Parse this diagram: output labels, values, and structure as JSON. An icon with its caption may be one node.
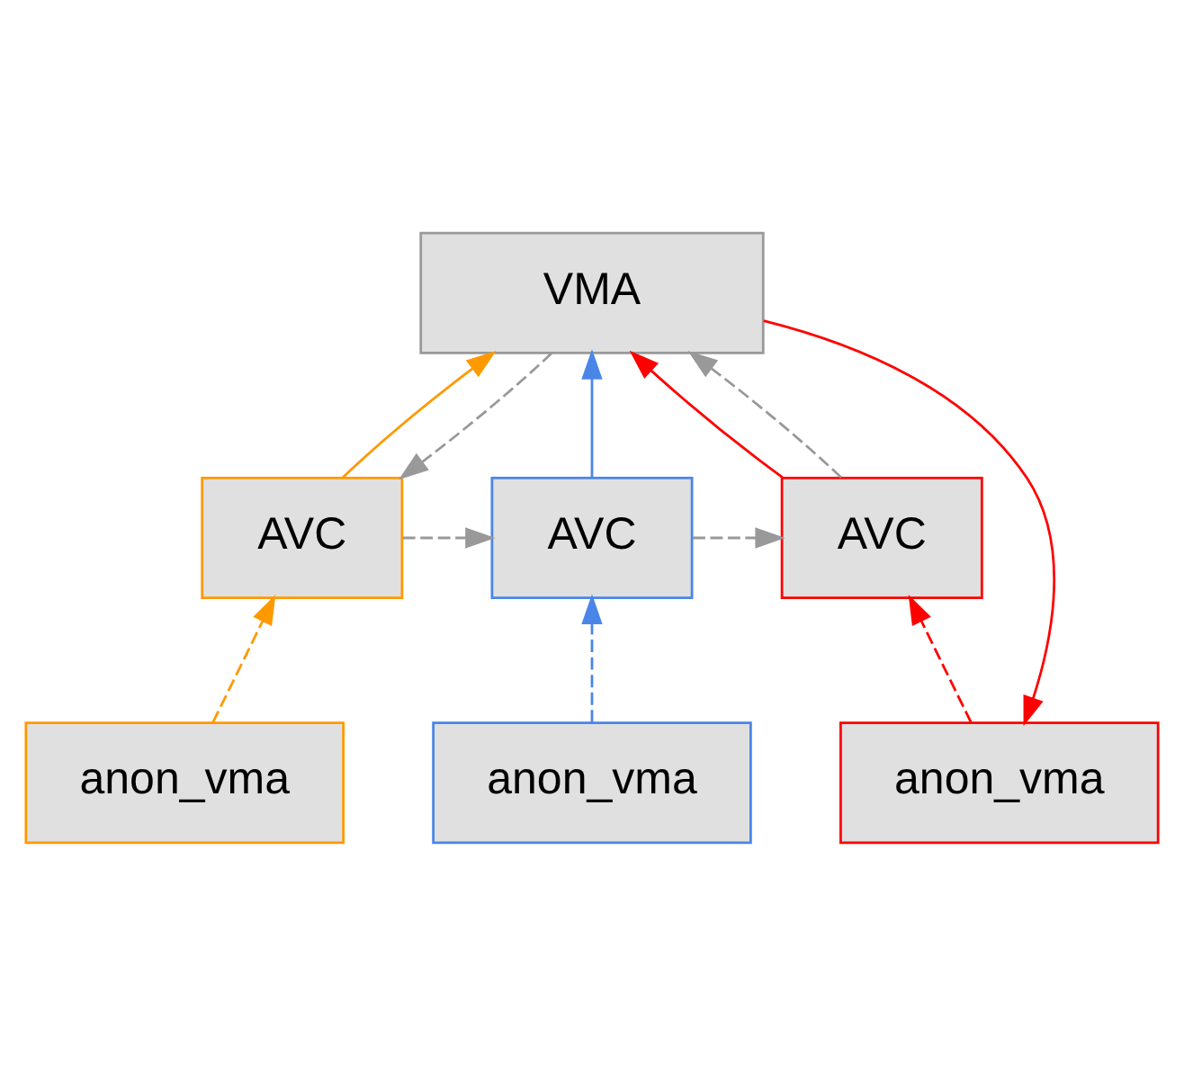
{
  "diagram": {
    "nodes": [
      {
        "text": [
          "VMA"
        ]
      },
      {
        "text": [
          "AVC"
        ]
      },
      {
        "text": [
          "AVC"
        ]
      },
      {
        "text": [
          "AVC"
        ]
      },
      {
        "text": [
          "anon_vma"
        ]
      },
      {
        "text": [
          "anon_vma"
        ]
      },
      {
        "text": [
          "anon_vma"
        ]
      }
    ],
    "edges": [
      {
        "from": 1,
        "to": 0,
        "arrow": "to",
        "color": "#ff9900"
      },
      {
        "from": 2,
        "to": 0,
        "arrow": "to",
        "color": "#4a86e8"
      },
      {
        "from": 3,
        "to": 0,
        "arrow": "to",
        "color": "#ff0000"
      },
      {
        "from": 0,
        "to": 1,
        "arrow": "to",
        "style": "dashed",
        "color": "#999999"
      },
      {
        "from": 1,
        "to": 2,
        "arrow": "to",
        "style": "dashed",
        "color": "#999999"
      },
      {
        "from": 2,
        "to": 3,
        "arrow": "to",
        "style": "dashed",
        "color": "#999999"
      },
      {
        "from": 3,
        "to": 0,
        "arrow": "to",
        "style": "dashed",
        "color": "#999999"
      },
      {
        "from": 4,
        "to": 1,
        "arrow": "to",
        "style": "dashed",
        "color": "#ff9900"
      },
      {
        "from": 6,
        "to": 2,
        "arrow": "to",
        "style": "dashed",
        "color": "#4a86e8"
      },
      {
        "from": 5,
        "to": 3,
        "arrow": "to",
        "style": "dashed",
        "color": "#ff0000"
      },
      {
        "from": 0,
        "to": 5,
        "arrow": "to",
        "color": "#ff0000"
      }
    ]
  }
}
